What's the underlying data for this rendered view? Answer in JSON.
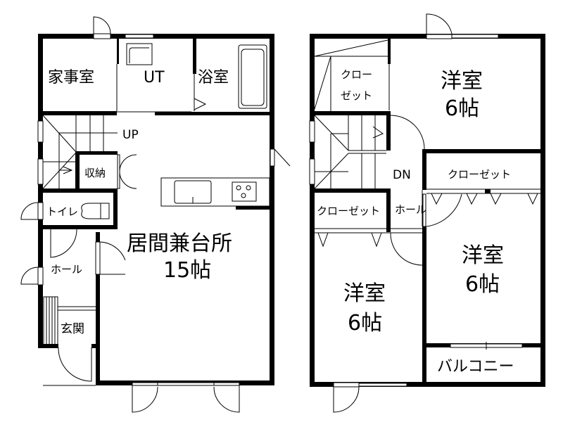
{
  "plan": {
    "floor1": {
      "rooms": [
        {
          "id": "kaji",
          "label": "家事室"
        },
        {
          "id": "ut",
          "label": "UT"
        },
        {
          "id": "bath",
          "label": "浴室"
        },
        {
          "id": "up",
          "label": "UP"
        },
        {
          "id": "storage",
          "label": "収納"
        },
        {
          "id": "toilet",
          "label": "トイレ"
        },
        {
          "id": "ldk",
          "label": "居間兼台所",
          "size": "15帖"
        },
        {
          "id": "hall",
          "label": "ホール"
        },
        {
          "id": "entrance",
          "label": "玄関"
        }
      ]
    },
    "floor2": {
      "rooms": [
        {
          "id": "closet1",
          "label_line1": "クロー",
          "label_line2": "ゼット"
        },
        {
          "id": "western1",
          "label": "洋室",
          "size": "6帖"
        },
        {
          "id": "dn",
          "label": "DN"
        },
        {
          "id": "closet2",
          "label": "クローゼット"
        },
        {
          "id": "closet3",
          "label": "クローゼット"
        },
        {
          "id": "hall2",
          "label": "ホール"
        },
        {
          "id": "western2",
          "label": "洋室",
          "size": "6帖"
        },
        {
          "id": "western3",
          "label": "洋室",
          "size": "6帖"
        },
        {
          "id": "balcony",
          "label": "バルコニー"
        }
      ]
    }
  }
}
